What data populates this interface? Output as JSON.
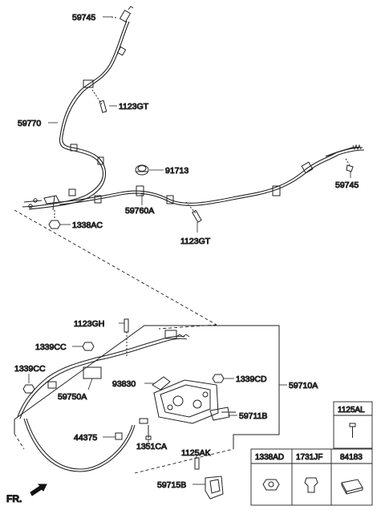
{
  "labels": {
    "top_end_left": "59745",
    "upper_bolt": "1123GT",
    "rear_cable_left": "59770",
    "grommet": "91713",
    "rear_end_right": "59745",
    "rear_cable_right": "59760A",
    "nut_left": "1338AC",
    "lower_bolt": "1123GT",
    "lever_bolt": "1123GH",
    "nut_upper": "1339CC",
    "nut_left_lower": "1339CC",
    "bracket": "93830",
    "nut_right": "1339CD",
    "lever_assy": "59710A",
    "front_cable": "59750A",
    "switch": "59711B",
    "clip": "44375",
    "screw": "1351CA",
    "bolt_bottom": "1125AK",
    "cover": "59715B"
  },
  "parts_table": {
    "single_header": "1125AL",
    "headers": [
      "1338AD",
      "1731JF",
      "84183"
    ],
    "single_icon": "bolt-icon",
    "icons": [
      "nut-icon",
      "clip-icon",
      "pad-icon"
    ]
  },
  "direction_label": "FR."
}
